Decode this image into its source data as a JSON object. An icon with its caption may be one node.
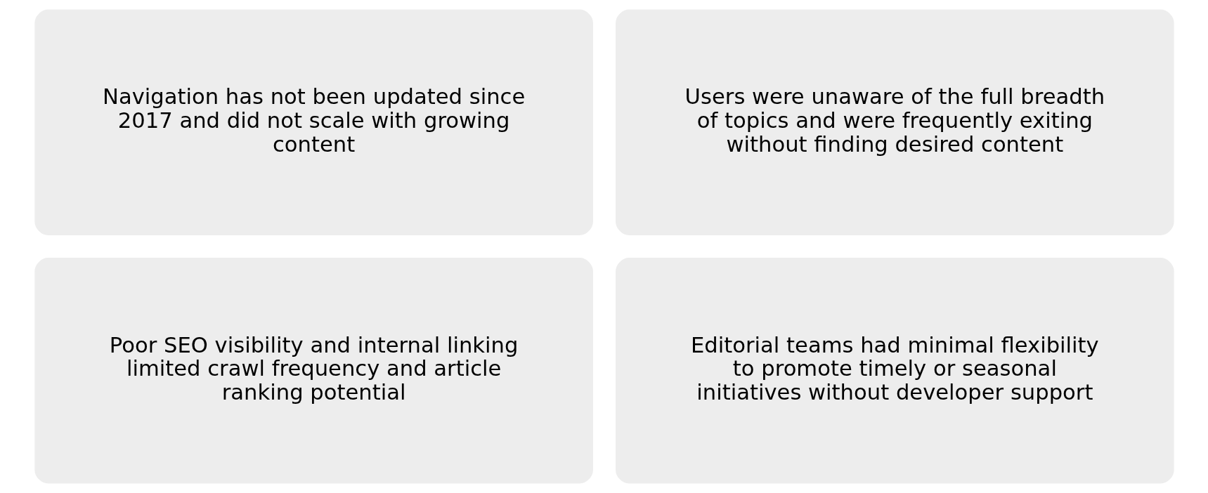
{
  "diagram": {
    "nodes": [
      {
        "text": [
          "Navigation has not been updated since 2017 and did not scale with growing content"
        ]
      },
      {
        "text": [
          "Users were unaware of the full breadth of topics and were frequently exiting without finding desired content"
        ]
      },
      {
        "text": [
          "Poor SEO visibility and internal linking limited crawl frequency and article ranking potential"
        ]
      },
      {
        "text": [
          "Editorial teams had minimal flexibility to promote timely or seasonal initiatives without developer support"
        ]
      }
    ]
  }
}
